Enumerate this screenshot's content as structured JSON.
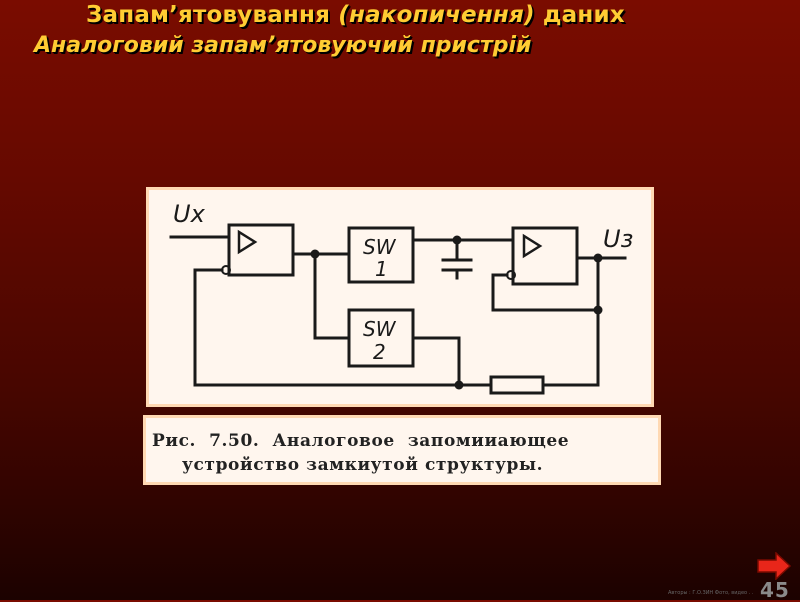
{
  "slide": {
    "title_main": "Запам’ятовування ",
    "title_paren": "(накопичення)",
    "title_end": " даних",
    "subtitle": "Аналоговий запам’ятовуючий пристрій",
    "page_number": "45",
    "footer": "Авторы : Г.О.ЗИН Фото, видео . ."
  },
  "figure": {
    "input_label": "Ux",
    "output_label": "Uз",
    "switch1_top": "SW",
    "switch1_num": "1",
    "switch2_top": "SW",
    "switch2_num": "2"
  },
  "caption": {
    "line1": "Рис.  7.50.  Аналоговое  запомииающее",
    "line2": "устройство замкиутой структуры."
  },
  "colors": {
    "title": "#ffcc33",
    "figure_bg": "#fff6ee",
    "figure_border": "#ffd9b3",
    "arrow": "#e8261a"
  },
  "icons": {
    "next": "arrow-right-icon"
  }
}
